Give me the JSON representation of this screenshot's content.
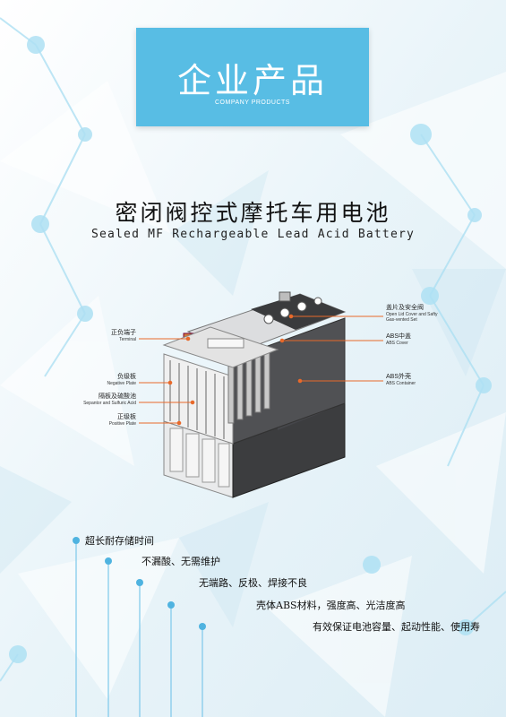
{
  "header": {
    "title": "企业产品",
    "subtitle": "COMPANY PRODUCTS"
  },
  "product": {
    "title": "密闭阀控式摩托车用电池",
    "subtitle": "Sealed MF Rechargeable Lead Acid Battery"
  },
  "labels": {
    "terminal": {
      "zh": "正负端子",
      "en": "Terminal"
    },
    "negative_plate": {
      "zh": "负级板",
      "en": "Negative Plate"
    },
    "separator": {
      "zh": "隔板及硫酸池",
      "en": "Sepantor and Sulfuric Acid"
    },
    "positive_plate": {
      "zh": "正级板",
      "en": "Positive Plate"
    },
    "lid": {
      "zh": "盖片及安全阀",
      "en": "Open Lid Cover and Safty",
      "en2": "Gas-vented Set"
    },
    "abs_cover": {
      "zh": "ABS中盖",
      "en": "ABS Cover"
    },
    "abs_container": {
      "zh": "ABS外壳",
      "en": "ABS Container"
    }
  },
  "features": [
    "超长耐存储时间",
    "不漏酸、无需维护",
    "无端路、反极、焊接不良",
    "壳体ABS材料，强度高、光洁度高",
    "有效保证电池容量、起动性能、使用寿"
  ],
  "colors": {
    "accent": "#58bde4",
    "leader": "#e8692a",
    "dot": "#4fb3e0"
  }
}
